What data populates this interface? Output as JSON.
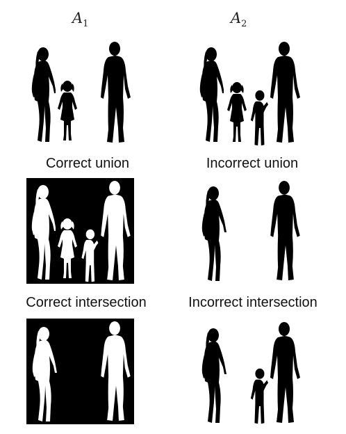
{
  "columns": [
    {
      "base": "A",
      "sub": "1"
    },
    {
      "base": "A",
      "sub": "2"
    }
  ],
  "captions": {
    "union_correct": "Correct union",
    "union_incorrect": "Incorrect union",
    "intersection_correct": "Correct intersection",
    "intersection_incorrect": "Incorrect intersection"
  },
  "colors": {
    "silhouette": "#000000",
    "background": "#ffffff"
  }
}
